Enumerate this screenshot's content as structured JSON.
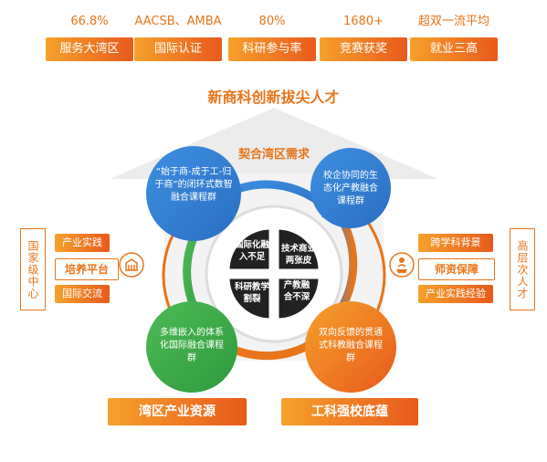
{
  "stats": [
    {
      "value": "66.8%",
      "label": "服务大湾区"
    },
    {
      "value": "AACSB、AMBA",
      "label": "国际认证"
    },
    {
      "value": "80%",
      "label": "科研参与率"
    },
    {
      "value": "1680+",
      "label": "竞赛获奖"
    },
    {
      "value": "超双一流平均",
      "label": "就业三高"
    }
  ],
  "title": "新商科创新拔尖人才",
  "roof_title": "契合湾区需求",
  "circles": {
    "top_left": "“始于商-成于工-归于商”的闭环式数智融合课程群",
    "top_right": "校企协同的生态化产教融合课程群",
    "bottom_left": "多维嵌入的体系化国际融合课程群",
    "bottom_right": "双向反馈的贯通式科教融合课程群"
  },
  "petals": {
    "tl": "国际化融入不足",
    "tr": "技术商业两张皮",
    "bl": "科研教学割裂",
    "br": "产教融合不深"
  },
  "left": {
    "vertical": "国家级中心",
    "tags": [
      "产业实践",
      "国际交流"
    ],
    "main": "培养平台",
    "icon": "building-icon"
  },
  "right": {
    "vertical": "高层次人才",
    "tags": [
      "跨学科背景",
      "产业实践经验"
    ],
    "main": "师资保障",
    "icon": "teacher-icon"
  },
  "bottom": [
    "湾区产业资源",
    "工科强校底蕴"
  ],
  "colors": {
    "orange": "#e8751a",
    "blue": "#2f7fd6",
    "green": "#3aa84a",
    "dark": "#222222",
    "roof": "#f0f0f0"
  }
}
